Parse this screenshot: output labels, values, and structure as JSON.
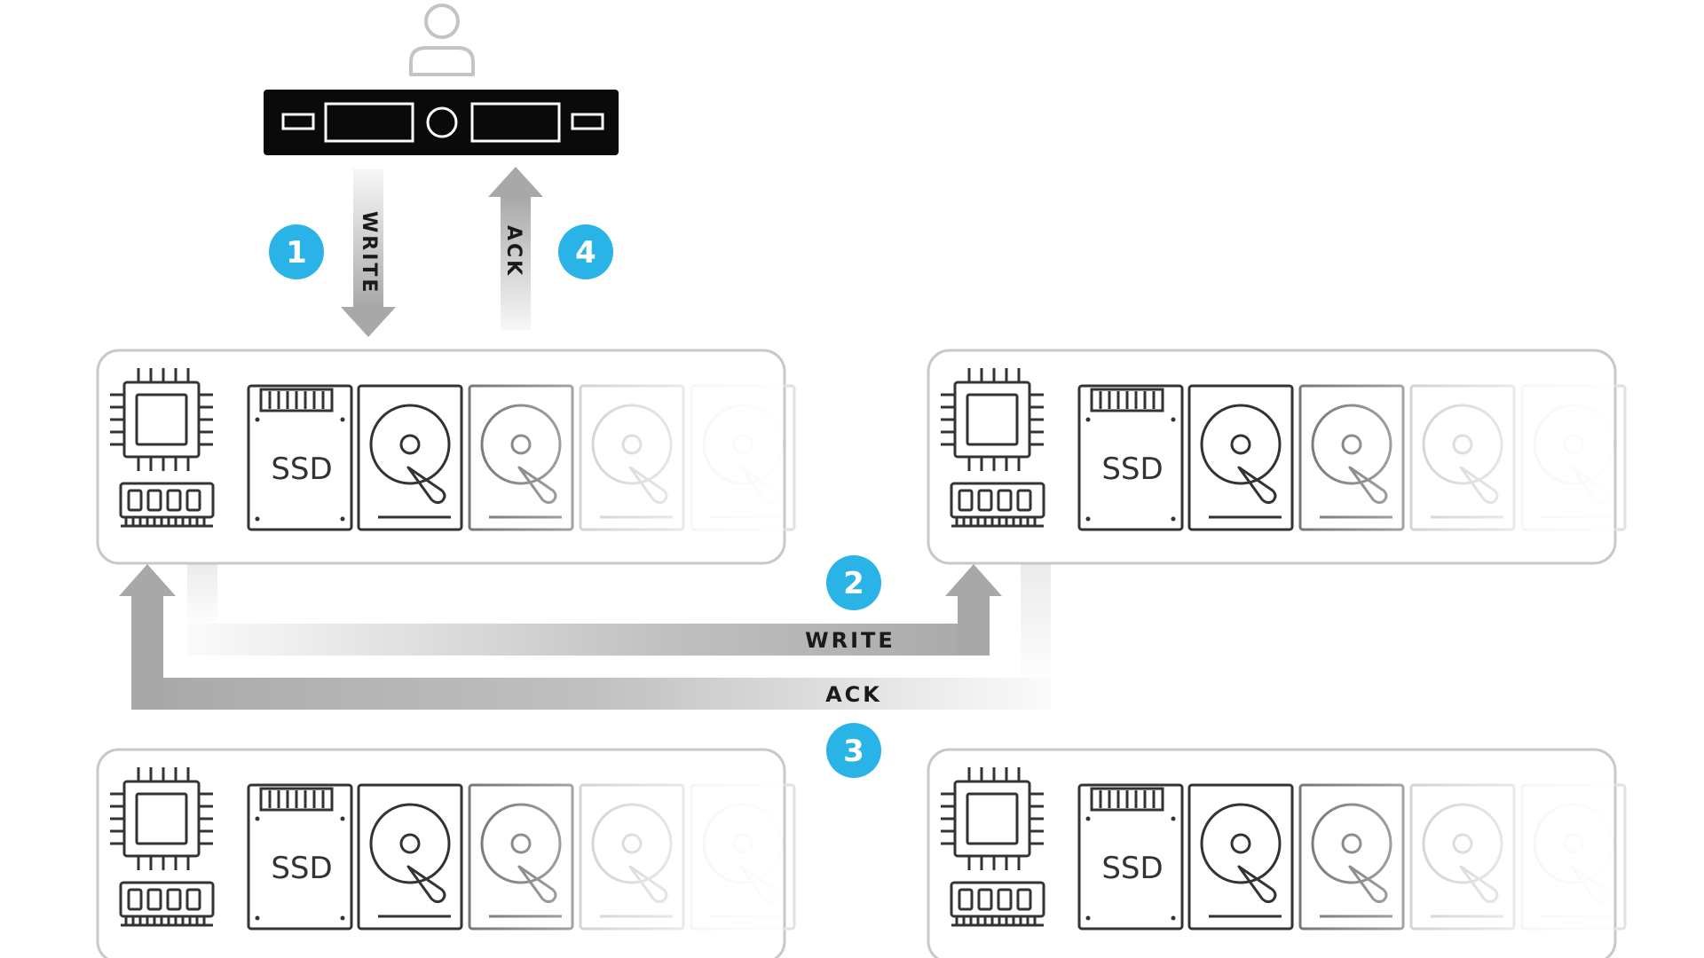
{
  "labels": {
    "client_write": "WRITE",
    "client_ack": "ACK",
    "replica_write": "WRITE",
    "replica_ack": "ACK"
  },
  "badges": {
    "step1": "1",
    "step2": "2",
    "step3": "3",
    "step4": "4"
  },
  "nodes": [
    {
      "id": "node-top-left",
      "ssd_label": "SSD"
    },
    {
      "id": "node-top-right",
      "ssd_label": "SSD"
    },
    {
      "id": "node-bottom-left",
      "ssd_label": "SSD"
    },
    {
      "id": "node-bottom-right",
      "ssd_label": "SSD"
    }
  ],
  "colors": {
    "badge": "#29b3e6",
    "arrow": "#b0b0b0",
    "server_chassis": "#0a0a0a",
    "node_border": "#c8c8c8",
    "icon_stroke": "#333333"
  },
  "icons": {
    "user": "user-icon",
    "client_server": "rack-server-icon",
    "cpu": "cpu-icon",
    "ram": "ram-icon",
    "ssd": "ssd-icon",
    "hdd": "hdd-icon"
  }
}
